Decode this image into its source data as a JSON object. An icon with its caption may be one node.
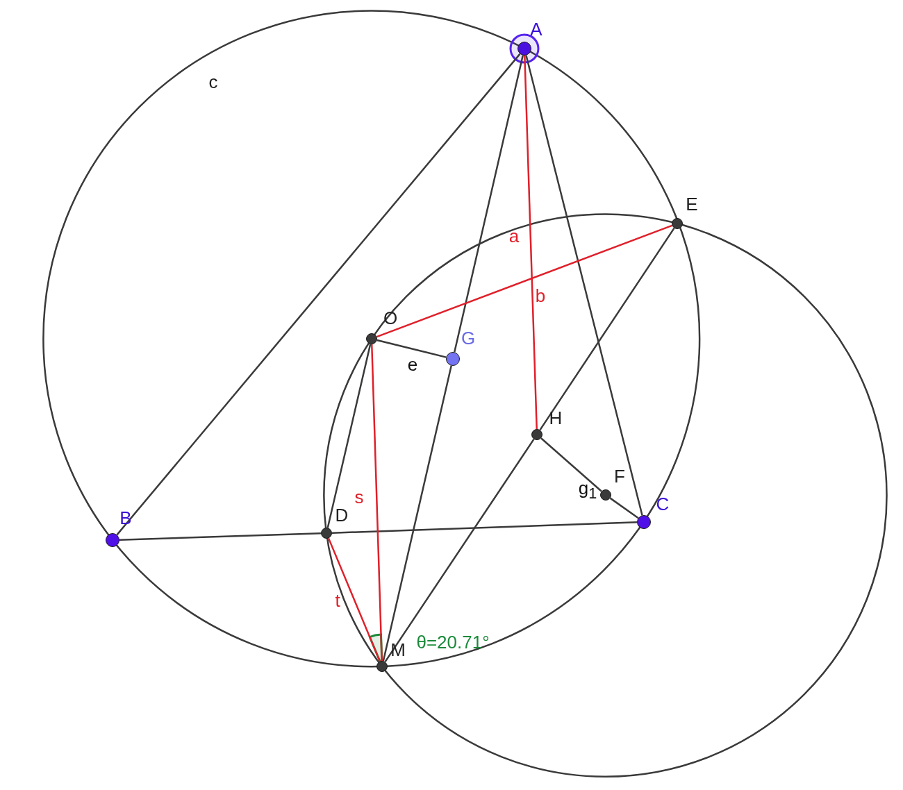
{
  "diagram": {
    "nodes": [
      {
        "text": [
          "A"
        ]
      },
      {
        "text": [
          "E"
        ]
      },
      {
        "text": [
          "O"
        ]
      },
      {
        "text": [
          "G"
        ]
      },
      {
        "text": [
          "H"
        ]
      },
      {
        "text": [
          "F"
        ]
      },
      {
        "text": [
          "C"
        ]
      },
      {
        "text": [
          "B"
        ]
      },
      {
        "text": [
          "D"
        ]
      },
      {
        "text": [
          "M"
        ]
      }
    ],
    "edges": [
      {
        "from": 0,
        "to": 7,
        "arrow": "none"
      },
      {
        "from": 0,
        "to": 3,
        "arrow": "none"
      },
      {
        "from": 3,
        "to": 9,
        "arrow": "none"
      },
      {
        "from": 0,
        "to": 4,
        "arrow": "none",
        "label": "a",
        "color": "#e0202a"
      },
      {
        "from": 0,
        "to": 6,
        "arrow": "none"
      },
      {
        "from": 7,
        "to": 8,
        "arrow": "none"
      },
      {
        "from": 8,
        "to": 6,
        "arrow": "none"
      },
      {
        "from": 2,
        "to": 1,
        "arrow": "none",
        "label": "b",
        "color": "#e0202a"
      },
      {
        "from": 2,
        "to": 3,
        "arrow": "none",
        "label": "e"
      },
      {
        "from": 2,
        "to": 9,
        "arrow": "none",
        "label": "s",
        "color": "#e0202a"
      },
      {
        "from": 2,
        "to": 8,
        "arrow": "none"
      },
      {
        "from": 8,
        "to": 9,
        "arrow": "none",
        "label": "t",
        "color": "#e0202a"
      },
      {
        "from": 4,
        "to": 1,
        "arrow": "none"
      },
      {
        "from": 4,
        "to": 9,
        "arrow": "none"
      },
      {
        "from": 4,
        "to": 5,
        "arrow": "none",
        "label": "g$_{1}$"
      },
      {
        "from": 5,
        "to": 6,
        "arrow": "none"
      }
    ],
    "labels": [
      "c",
      "θ=20.71°"
    ]
  }
}
